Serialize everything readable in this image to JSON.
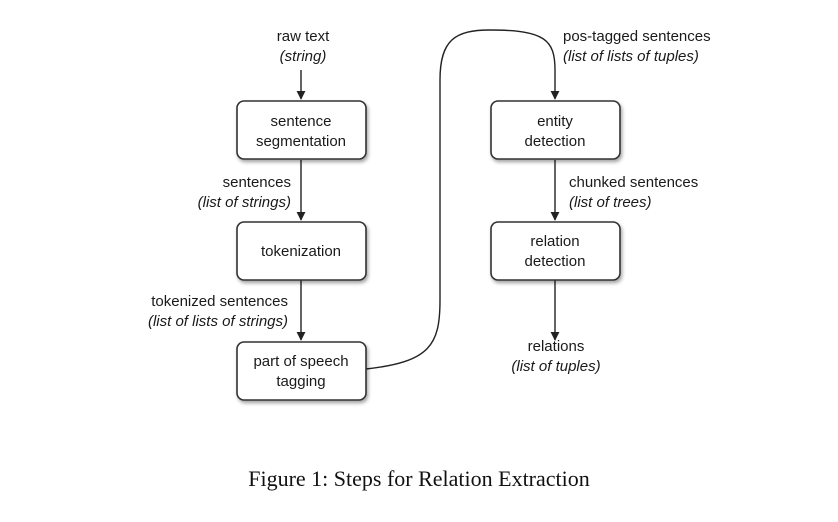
{
  "nodes": [
    {
      "id": "sentence-segmentation",
      "lines": [
        "sentence",
        "segmentation"
      ]
    },
    {
      "id": "tokenization",
      "lines": [
        "tokenization"
      ]
    },
    {
      "id": "part-of-speech-tagging",
      "lines": [
        "part of speech",
        "tagging"
      ]
    },
    {
      "id": "entity-detection",
      "lines": [
        "entity",
        "detection"
      ]
    },
    {
      "id": "relation-detection",
      "lines": [
        "relation",
        "detection"
      ]
    }
  ],
  "labels": [
    {
      "id": "raw-text",
      "main": "raw text",
      "type": "(string)"
    },
    {
      "id": "sentences",
      "main": "sentences",
      "type": "(list of strings)"
    },
    {
      "id": "tokenized-sentences",
      "main": "tokenized sentences",
      "type": "(list of lists of strings)"
    },
    {
      "id": "pos-tagged-sentences",
      "main": "pos-tagged sentences",
      "type": "(list of lists of tuples)"
    },
    {
      "id": "chunked-sentences",
      "main": "chunked sentences",
      "type": "(list of trees)"
    },
    {
      "id": "relations",
      "main": "relations",
      "type": "(list of tuples)"
    }
  ],
  "caption": "Figure 1: Steps for Relation Extraction"
}
